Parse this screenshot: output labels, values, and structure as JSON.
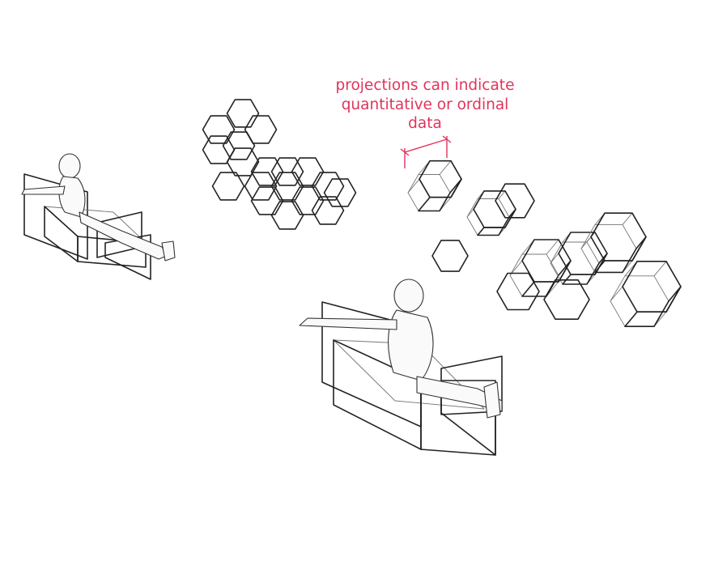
{
  "annotation": {
    "lines": [
      "projections can indicate",
      "quantitative or ordinal",
      "data"
    ],
    "color": "#e0345c"
  },
  "scene": {
    "flat_cluster_icon": "hexagon-grid-icon",
    "extruded_cluster_icon": "extruded-hexagon-icon",
    "viewer_icon": "seated-person-icon",
    "seat_icon": "chair-box-icon",
    "dimension_icon": "dimension-marker-icon"
  }
}
